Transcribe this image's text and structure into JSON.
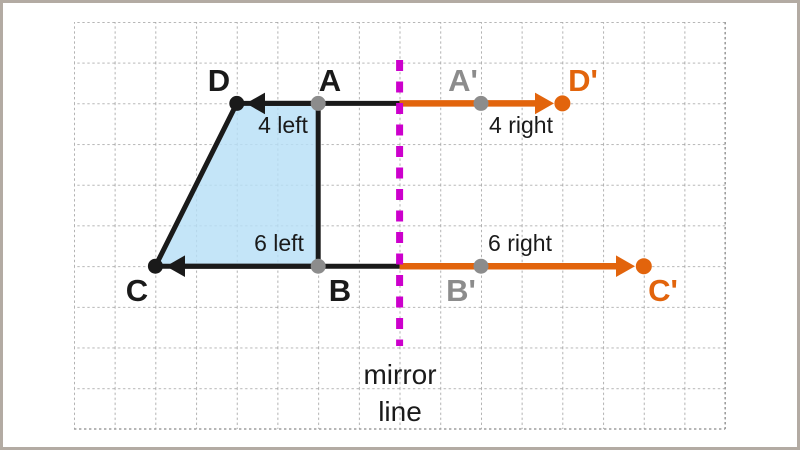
{
  "labels": {
    "vertex_D": "D",
    "vertex_A": "A",
    "vertex_B": "B",
    "vertex_C": "C",
    "image_A": "A'",
    "image_D": "D'",
    "image_B": "B'",
    "image_C": "C'",
    "distance_top_left": "4 left",
    "distance_top_right": "4 right",
    "distance_bottom_left": "6 left",
    "distance_bottom_right": "6 right",
    "mirror_word_1": "mirror",
    "mirror_word_2": "line"
  },
  "colors": {
    "shape_fill": "#b7dff6",
    "outline_black": "#1a1a1a",
    "image_orange": "#e2640c",
    "mirror_magenta": "#cc00cc",
    "point_gray": "#8c8c8c",
    "grid_gray": "#9e9e9e",
    "frame_border": "#b3aba3"
  }
}
